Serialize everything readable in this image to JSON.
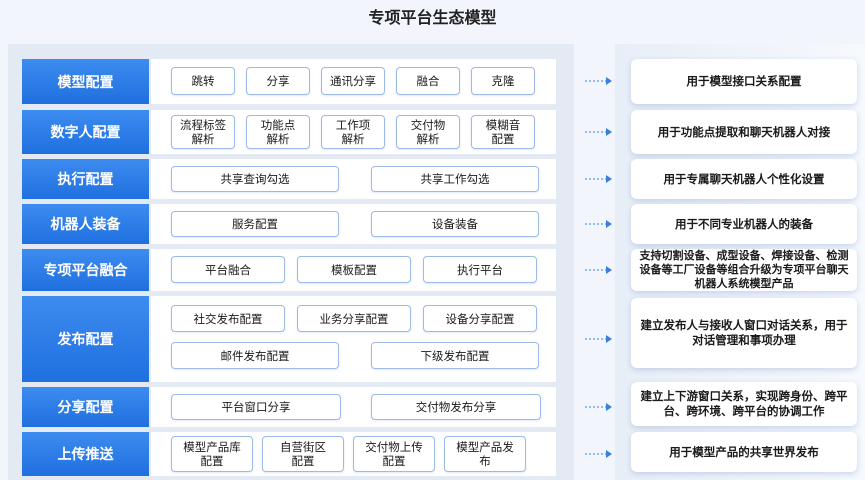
{
  "title": "专项平台生态模型",
  "rows": [
    {
      "label": "模型配置",
      "items": [
        "跳转",
        "分享",
        "通讯分享",
        "融合",
        "克隆"
      ],
      "description": "用于模型接口关系配置"
    },
    {
      "label": "数字人配置",
      "items": [
        "流程标签\n解析",
        "功能点\n解析",
        "工作项\n解析",
        "交付物\n解析",
        "模糊音\n配置"
      ],
      "description": "用于功能点提取和聊天机器人对接"
    },
    {
      "label": "执行配置",
      "items": [
        "共享查询勾选",
        "共享工作勾选"
      ],
      "description": "用于专属聊天机器人个性化设置"
    },
    {
      "label": "机器人装备",
      "items": [
        "服务配置",
        "设备装备"
      ],
      "description": "用于不同专业机器人的装备"
    },
    {
      "label": "专项平台融合",
      "items": [
        "平台融合",
        "模板配置",
        "执行平台"
      ],
      "description": "支持切割设备、成型设备、焊接设备、检测设备等工厂设备等组合升级为专项平台聊天机器人系统模型产品"
    },
    {
      "label": "发布配置",
      "items": [
        "社交发布配置",
        "业务分享配置",
        "设备分享配置",
        "邮件发布配置",
        "下级发布配置"
      ],
      "description": "建立发布人与接收人窗口对话关系，用于对话管理和事项办理"
    },
    {
      "label": "分享配置",
      "items": [
        "平台窗口分享",
        "交付物发布分享"
      ],
      "description": "建立上下游窗口关系，实现跨身份、跨平台、跨环境、跨平台的协调工作"
    },
    {
      "label": "上传推送",
      "items": [
        "模型产品库\n配置",
        "自营街区\n配置",
        "交付物上传\n配置",
        "模型产品发\n布"
      ],
      "description": "用于模型产品的共享世界发布"
    }
  ],
  "colors": {
    "label_bg": "#2a7be8",
    "tag_border": "#9cb9e8",
    "arrow": "#3b7de0"
  }
}
